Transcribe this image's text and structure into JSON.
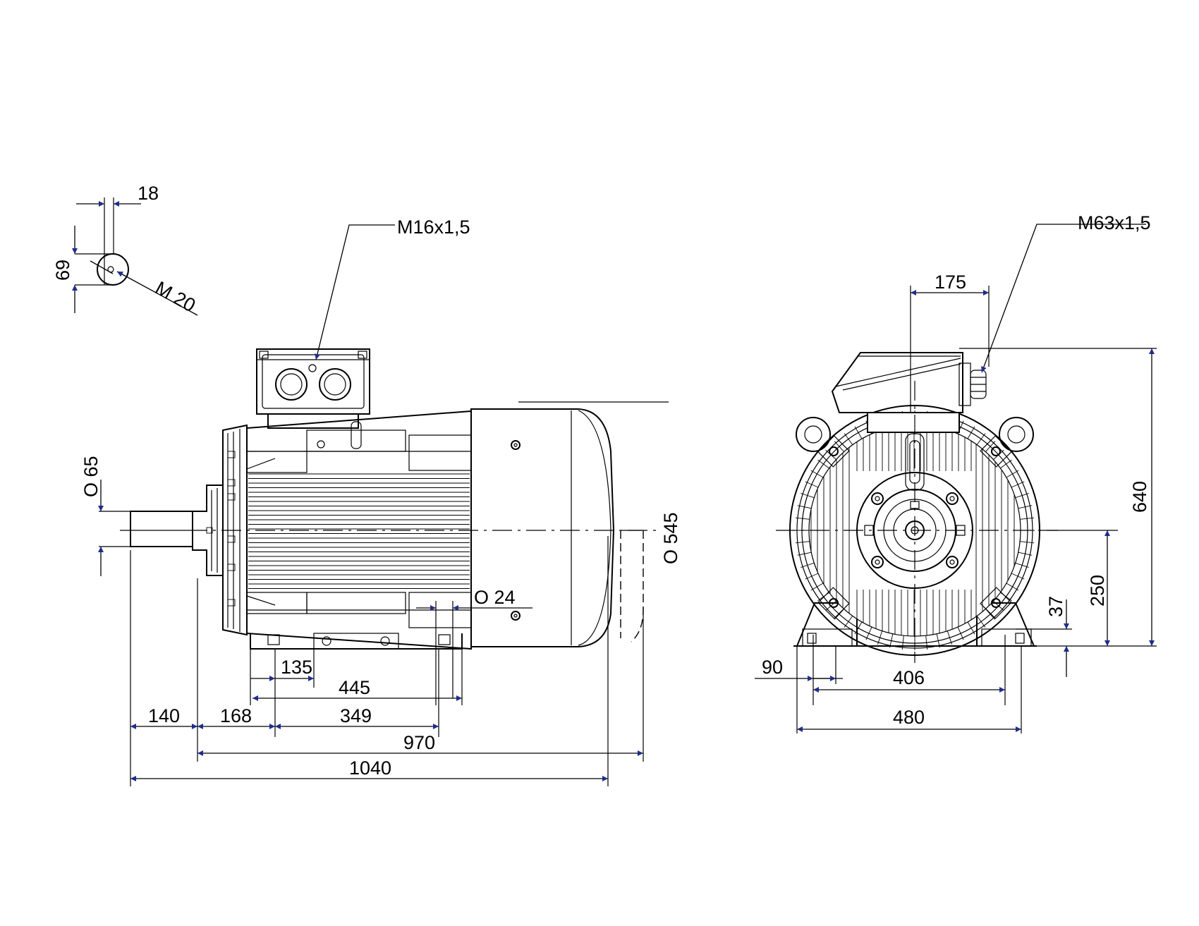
{
  "colors": {
    "line": "#000000",
    "arrow": "#1f2d8a",
    "background": "#ffffff"
  },
  "labels": {
    "shaft_key_width": "18",
    "shaft_key_depth": "69",
    "shaft_thread": "M 20",
    "terminal_gland_side": "M16x1,5",
    "terminal_gland_front": "M63x1,5",
    "shaft_diameter": "O 65",
    "foot_hole_diameter": "O 24",
    "flange_diameter_cut": "O 545",
    "foot_to_shoulder": "135",
    "foot_span_outer": "445",
    "foot_span": "349",
    "shoulder_offset": "168",
    "shaft_length": "140",
    "body_length": "970",
    "overall_length": "1040",
    "terminal_box_width": "175",
    "total_height": "640",
    "shaft_height": "250",
    "foot_thickness": "37",
    "foot_width": "90",
    "foot_hole_spacing": "406",
    "base_width": "480"
  }
}
